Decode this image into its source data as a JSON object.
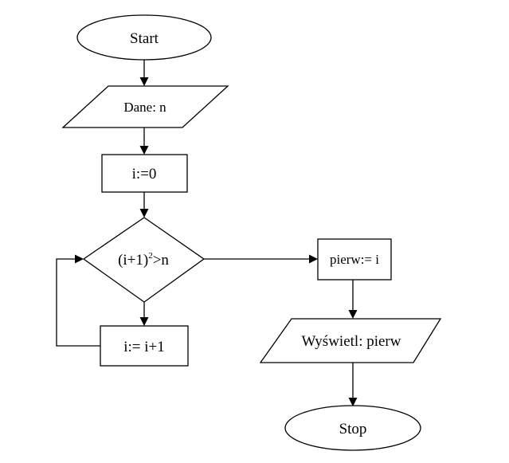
{
  "diagram": {
    "nodes": {
      "start": {
        "label": "Start",
        "shape": "terminator"
      },
      "input": {
        "label": "Dane: n",
        "shape": "input-output"
      },
      "init": {
        "label": "i:=0",
        "shape": "process"
      },
      "condition": {
        "label_prefix": "(i+1)",
        "label_sup": "2",
        "label_suffix": ">n",
        "shape": "decision"
      },
      "increment": {
        "label": "i:= i+1",
        "shape": "process"
      },
      "assign": {
        "label": "pierw:= i",
        "shape": "process"
      },
      "output": {
        "label": "Wyświetl:  pierw",
        "shape": "input-output"
      },
      "stop": {
        "label": "Stop",
        "shape": "terminator"
      }
    },
    "edges": [
      {
        "from": "start",
        "to": "input"
      },
      {
        "from": "input",
        "to": "init"
      },
      {
        "from": "init",
        "to": "condition"
      },
      {
        "from": "condition",
        "to": "increment",
        "branch": "false"
      },
      {
        "from": "increment",
        "to": "condition",
        "branch": "loop-back"
      },
      {
        "from": "condition",
        "to": "assign",
        "branch": "true"
      },
      {
        "from": "assign",
        "to": "output"
      },
      {
        "from": "output",
        "to": "stop"
      }
    ],
    "colors": {
      "stroke": "#000000",
      "fill": "#ffffff"
    }
  }
}
